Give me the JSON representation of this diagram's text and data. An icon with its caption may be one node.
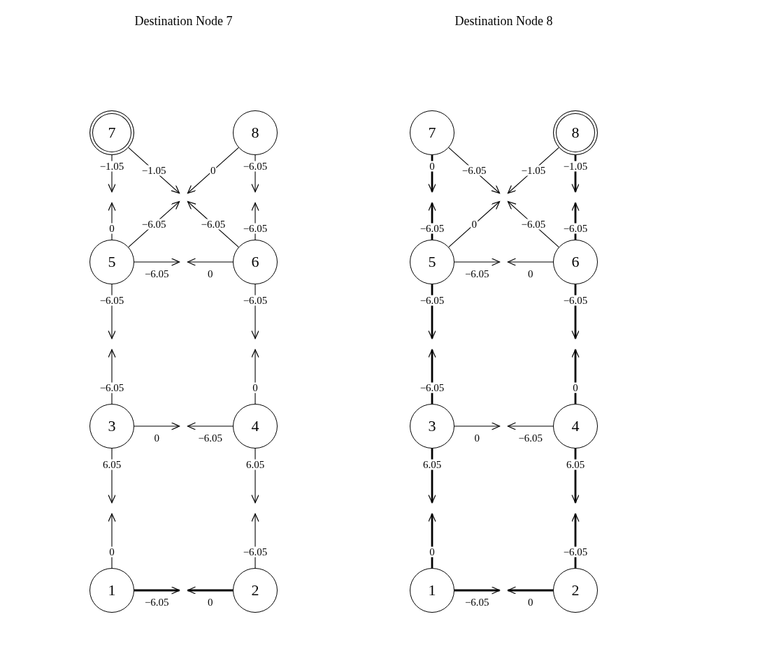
{
  "diagram": {
    "nodes": [
      {
        "text": [
          "7"
        ]
      },
      {
        "text": [
          "8"
        ]
      },
      {
        "text": [
          "5"
        ]
      },
      {
        "text": [
          "6"
        ]
      },
      {
        "text": [
          "3"
        ]
      },
      {
        "text": [
          "4"
        ]
      },
      {
        "text": [
          "1"
        ]
      },
      {
        "text": [
          "2"
        ]
      },
      {
        "text": [
          "7"
        ]
      },
      {
        "text": [
          "8"
        ]
      },
      {
        "text": [
          "5"
        ]
      },
      {
        "text": [
          "6"
        ]
      },
      {
        "text": [
          "3"
        ]
      },
      {
        "text": [
          "4"
        ]
      },
      {
        "text": [
          "1"
        ]
      },
      {
        "text": [
          "2"
        ]
      }
    ],
    "edges": [
      {
        "from": 0,
        "to": null,
        "arrow": "to",
        "label": "−1.05"
      },
      {
        "from": 0,
        "to": null,
        "arrow": "to",
        "label": "−1.05"
      },
      {
        "from": 1,
        "to": null,
        "arrow": "to",
        "label": "0"
      },
      {
        "from": 1,
        "to": null,
        "arrow": "to",
        "label": "−6.05"
      },
      {
        "from": 2,
        "to": null,
        "arrow": "to",
        "label": "0"
      },
      {
        "from": 2,
        "to": null,
        "arrow": "to",
        "label": "−6.05"
      },
      {
        "from": 3,
        "to": null,
        "arrow": "to",
        "label": "−6.05"
      },
      {
        "from": 3,
        "to": null,
        "arrow": "to",
        "label": "−6.05"
      },
      {
        "from": 2,
        "to": null,
        "arrow": "to",
        "label": "−6.05"
      },
      {
        "from": 3,
        "to": null,
        "arrow": "to",
        "label": "0"
      },
      {
        "from": 2,
        "to": null,
        "arrow": "to",
        "label": "−6.05"
      },
      {
        "from": 3,
        "to": null,
        "arrow": "to",
        "label": "−6.05"
      },
      {
        "from": 4,
        "to": null,
        "arrow": "to",
        "label": "−6.05"
      },
      {
        "from": 5,
        "to": null,
        "arrow": "to",
        "label": "0"
      },
      {
        "from": 4,
        "to": null,
        "arrow": "to",
        "label": "0"
      },
      {
        "from": 5,
        "to": null,
        "arrow": "to",
        "label": "−6.05"
      },
      {
        "from": 4,
        "to": null,
        "arrow": "to",
        "label": "6.05"
      },
      {
        "from": 5,
        "to": null,
        "arrow": "to",
        "label": "6.05"
      },
      {
        "from": 6,
        "to": null,
        "arrow": "to",
        "label": "0"
      },
      {
        "from": 7,
        "to": null,
        "arrow": "to",
        "label": "−6.05"
      },
      {
        "from": 6,
        "to": null,
        "arrow": "to",
        "label": "−6.05",
        "style": "thick"
      },
      {
        "from": 7,
        "to": null,
        "arrow": "to",
        "label": "0",
        "style": "thick"
      },
      {
        "from": 8,
        "to": null,
        "arrow": "to",
        "label": "0",
        "style": "thick"
      },
      {
        "from": 8,
        "to": null,
        "arrow": "to",
        "label": "−6.05"
      },
      {
        "from": 9,
        "to": null,
        "arrow": "to",
        "label": "−1.05"
      },
      {
        "from": 9,
        "to": null,
        "arrow": "to",
        "label": "−1.05",
        "style": "thick"
      },
      {
        "from": 10,
        "to": null,
        "arrow": "to",
        "label": "−6.05",
        "style": "thick"
      },
      {
        "from": 10,
        "to": null,
        "arrow": "to",
        "label": "0"
      },
      {
        "from": 11,
        "to": null,
        "arrow": "to",
        "label": "−6.05"
      },
      {
        "from": 11,
        "to": null,
        "arrow": "to",
        "label": "−6.05",
        "style": "thick"
      },
      {
        "from": 10,
        "to": null,
        "arrow": "to",
        "label": "−6.05"
      },
      {
        "from": 11,
        "to": null,
        "arrow": "to",
        "label": "0"
      },
      {
        "from": 10,
        "to": null,
        "arrow": "to",
        "label": "−6.05",
        "style": "thick"
      },
      {
        "from": 11,
        "to": null,
        "arrow": "to",
        "label": "−6.05",
        "style": "thick"
      },
      {
        "from": 12,
        "to": null,
        "arrow": "to",
        "label": "−6.05",
        "style": "thick"
      },
      {
        "from": 13,
        "to": null,
        "arrow": "to",
        "label": "0",
        "style": "thick"
      },
      {
        "from": 12,
        "to": null,
        "arrow": "to",
        "label": "0"
      },
      {
        "from": 13,
        "to": null,
        "arrow": "to",
        "label": "−6.05"
      },
      {
        "from": 12,
        "to": null,
        "arrow": "to",
        "label": "6.05",
        "style": "thick"
      },
      {
        "from": 13,
        "to": null,
        "arrow": "to",
        "label": "6.05",
        "style": "thick"
      },
      {
        "from": 14,
        "to": null,
        "arrow": "to",
        "label": "0",
        "style": "thick"
      },
      {
        "from": 15,
        "to": null,
        "arrow": "to",
        "label": "−6.05",
        "style": "thick"
      },
      {
        "from": 14,
        "to": null,
        "arrow": "to",
        "label": "−6.05",
        "style": "thick"
      },
      {
        "from": 15,
        "to": null,
        "arrow": "to",
        "label": "0",
        "style": "thick"
      }
    ],
    "labels": [
      "Destination Node 7",
      "Destination Node 8"
    ]
  }
}
